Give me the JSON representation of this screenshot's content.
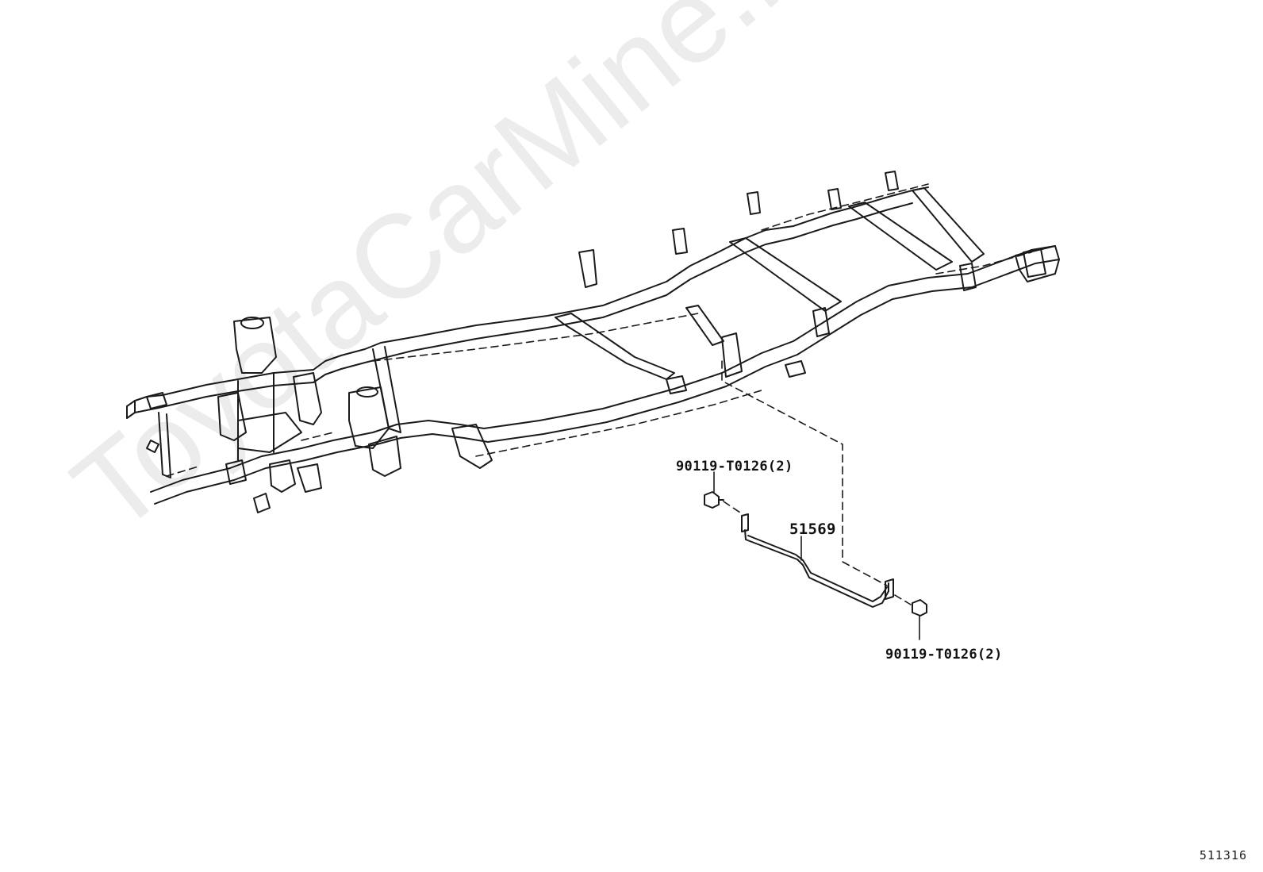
{
  "watermark": "ToyotaCarMine.ru",
  "labels": {
    "bolt_top": "90119-T0126(2)",
    "bracket": "51569",
    "bolt_bottom": "90119-T0126(2)"
  },
  "diagram_id": "511316",
  "colors": {
    "line": "#1a1a1a",
    "watermark": "#ececec"
  }
}
